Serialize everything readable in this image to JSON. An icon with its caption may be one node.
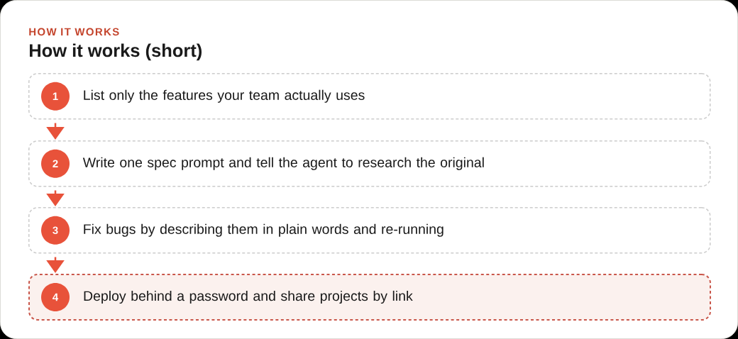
{
  "diagram": {
    "title": "How it works (short)",
    "nodes": [
      {
        "text": [
          "List only the features your team actually uses"
        ]
      },
      {
        "text": [
          "1"
        ],
        "in": 0
      },
      {
        "text": [
          "Write one spec prompt and tell the agent to research the original"
        ]
      },
      {
        "text": [
          "2"
        ],
        "in": 2
      },
      {
        "text": [
          "Fix bugs by describing them in plain words and re-running"
        ]
      },
      {
        "text": [
          "3"
        ],
        "in": 4
      },
      {
        "text": [
          "Deploy behind a password and share projects by link"
        ]
      },
      {
        "text": [
          "4"
        ],
        "in": 6
      }
    ],
    "edges": [
      {
        "from": 0,
        "to": 2,
        "arrow": "to"
      },
      {
        "from": 2,
        "to": 4,
        "arrow": "to"
      },
      {
        "from": 4,
        "to": 6,
        "arrow": "to"
      }
    ],
    "labels": [
      "HOW IT WORKS"
    ]
  }
}
